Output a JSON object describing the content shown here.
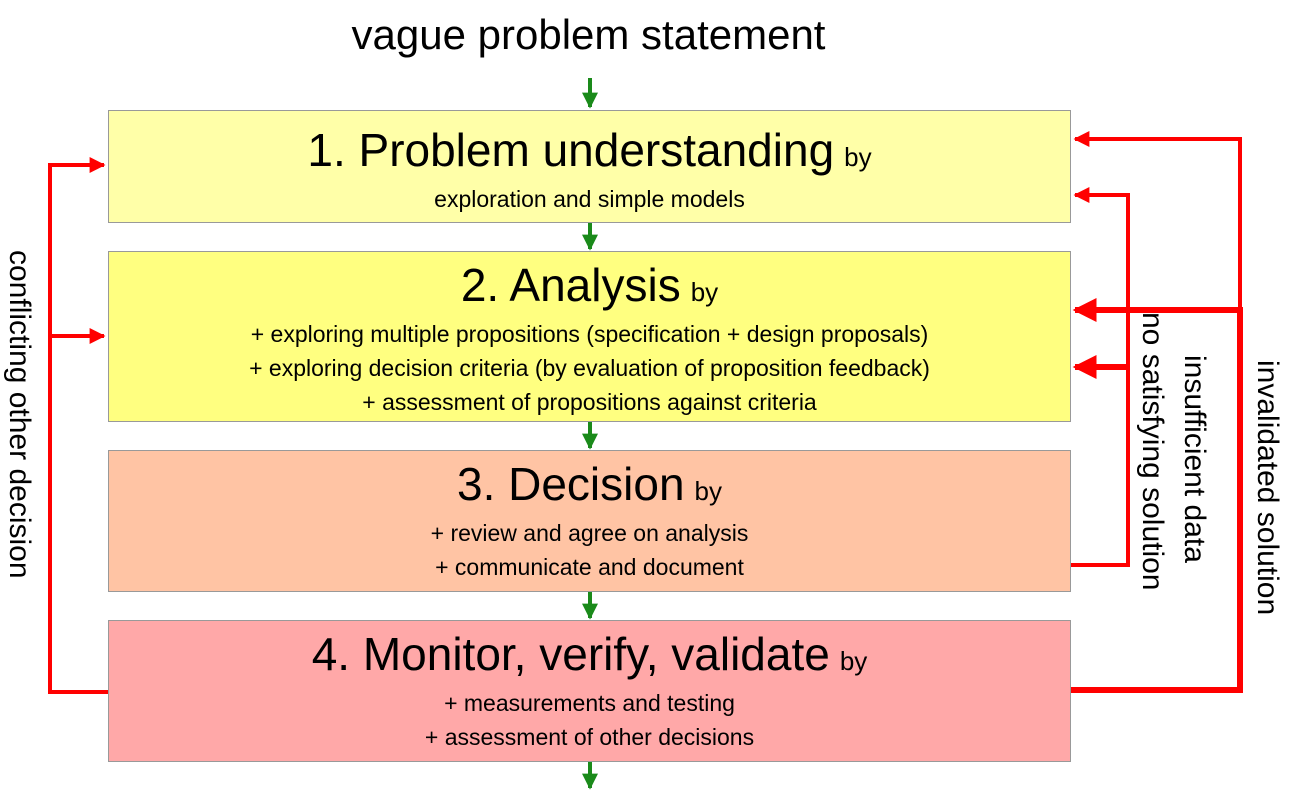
{
  "title": "vague problem statement",
  "steps": [
    {
      "heading": "1. Problem understanding",
      "by": "by",
      "lines": [
        "exploration and simple models"
      ],
      "fill": "#ffffa8"
    },
    {
      "heading": "2. Analysis",
      "by": "by",
      "lines": [
        "+ exploring multiple propositions (specification + design proposals)",
        "+ exploring decision criteria (by evaluation of proposition feedback)",
        "+ assessment of propositions against criteria"
      ],
      "fill": "#ffff80"
    },
    {
      "heading": "3. Decision",
      "by": "by",
      "lines": [
        "+ review and agree on analysis",
        "+ communicate and document"
      ],
      "fill": "#ffc4a4"
    },
    {
      "heading": "4. Monitor, verify, validate",
      "by": "by",
      "lines": [
        "+ measurements and testing",
        "+ assessment of other decisions"
      ],
      "fill": "#ffa8a8"
    }
  ],
  "feedback": {
    "left": "conflicting other decision",
    "no_satisfying": "no satisfying solution",
    "insufficient": "insufficient data",
    "invalidated": "invalidated solution"
  },
  "colors": {
    "flow_arrow": "#1a8a1a",
    "feedback_arrow": "#ff0000",
    "box_border": "#999999"
  }
}
